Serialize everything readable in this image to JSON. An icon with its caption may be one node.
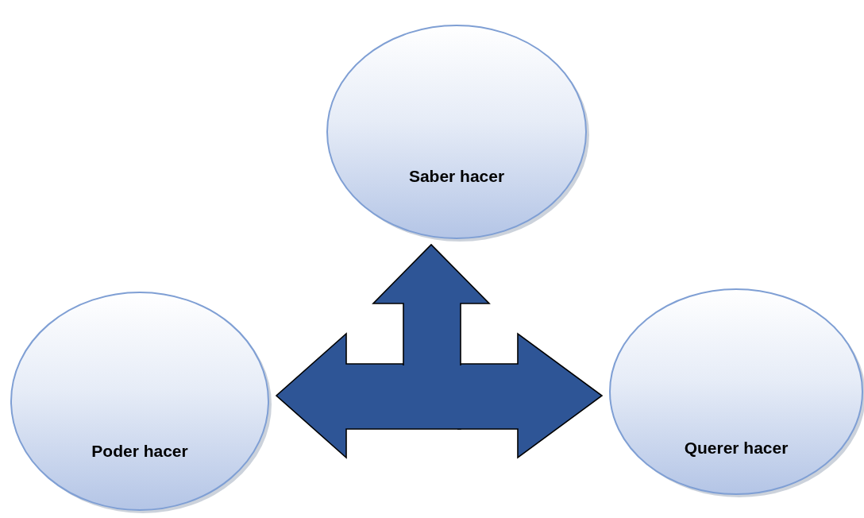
{
  "diagram": {
    "nodes": [
      {
        "text": [
          "Saber hacer"
        ]
      },
      {
        "text": [
          "Poder hacer"
        ]
      },
      {
        "text": [
          "Querer hacer"
        ]
      }
    ],
    "edges": [
      {
        "from": null,
        "to": 0,
        "arrow": "to",
        "style": "thick"
      },
      {
        "from": null,
        "to": 1,
        "arrow": "to",
        "style": "thick"
      },
      {
        "from": null,
        "to": 2,
        "arrow": "to",
        "style": "thick"
      }
    ]
  }
}
